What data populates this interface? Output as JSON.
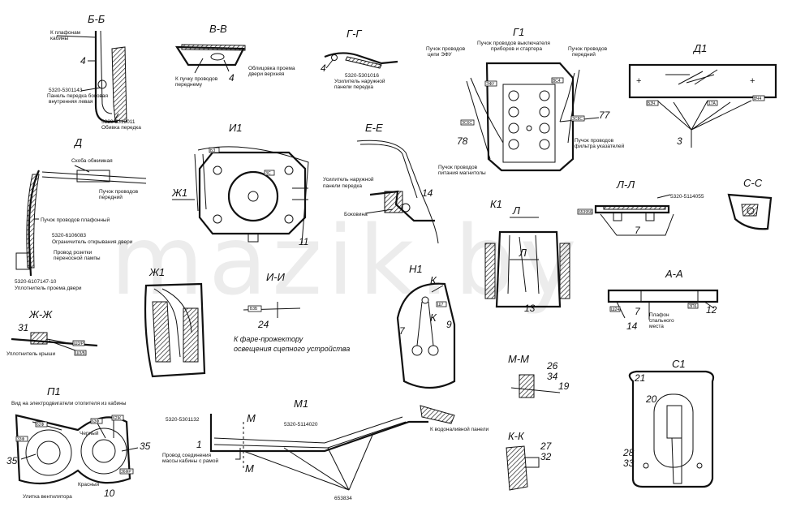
{
  "watermark": "mazik.by",
  "sections": {
    "bb": "Б-Б",
    "vv": "В-В",
    "gg": "Г-Г",
    "g1": "Г1",
    "d1": "Д1",
    "d": "Д",
    "i1": "И1",
    "ee": "Е-Е",
    "zh1_main": "Ж1",
    "k1": "К1",
    "ll": "Л-Л",
    "ss": "С-С",
    "zh1": "Ж1",
    "ii": "И-И",
    "n1": "Н1",
    "aa": "А-А",
    "zhzh": "Ж-Ж",
    "l_mark1": "Л",
    "l_mark2": "Л",
    "k_mark1": "К",
    "k_mark2": "К",
    "p1": "П1",
    "m1": "М1",
    "mm": "М-М",
    "c1": "С1",
    "kk": "К-К",
    "m_mark1": "М",
    "m_mark2": "М"
  },
  "numbers": {
    "bb_4": "4",
    "vv_4": "4",
    "gg_4": "4",
    "g1_77": "77",
    "g1_78": "78",
    "d1_3": "3",
    "ee_14": "14",
    "i1_11": "11",
    "k1_13": "13",
    "ll_7": "7",
    "ii_24": "24",
    "n1_7": "7",
    "n1_9": "9",
    "aa_7": "7",
    "aa_12": "12",
    "aa_14": "14",
    "zhzh_31": "31",
    "p1_35a": "35",
    "p1_35b": "35",
    "p1_10": "10",
    "m1_1": "1",
    "mm_26": "26",
    "mm_34": "34",
    "mm_19": "19",
    "kk_27": "27",
    "kk_32": "32",
    "c1_21": "21",
    "c1_20": "20",
    "c1_28": "28",
    "c1_33": "33"
  },
  "captions": {
    "bb_1": "К плафонам",
    "bb_2": "кабины",
    "bb_3": "5320-5301143",
    "bb_4": "Панель передка боковая",
    "bb_5": "внутренняя левая",
    "bb_6": "5320-5312011",
    "bb_7": "Обивка передка",
    "vv_1": "К пучку проводов",
    "vv_2": "переднему",
    "vv_3": "Облицовка проема",
    "vv_4": "двери верхняя",
    "gg_1": "5320-5301016",
    "gg_2": "Усилитель наружной",
    "gg_3": "панели передка",
    "g1_1": "Пучок проводов выключателя",
    "g1_2": "приборов и стартера",
    "g1_3": "Пучок проводов",
    "g1_4": "цепи ЭФУ",
    "g1_5": "Пучок проводов",
    "g1_6": "передний",
    "g1_7": "Пучок проводов",
    "g1_8": "фильтра указателей",
    "g1_9": "Пучок проводов",
    "g1_10": "питания магнитолы",
    "d_1": "Скоба обжимная",
    "d_2": "Пучок проводов",
    "d_3": "передний",
    "d_4": "Пучок проводов плафонный",
    "d_5": "5320-6106083",
    "d_6": "Ограничитель открывания двери",
    "d_7": "Провод розетки",
    "d_8": "переносной лампы",
    "d_9": "5320-6107147-10",
    "d_10": "Уплотнитель проема двери",
    "ee_1": "Усилитель наружной",
    "ee_2": "панели передка",
    "ee_3": "Боковина",
    "ll_1": "5320-5114055",
    "ii_1": "К фаре-прожектору",
    "ii_2": "освещения сцепного устройства",
    "aa_1": "Плафон",
    "aa_2": "спального",
    "aa_3": "места",
    "zhzh_1": "Уплотнитель крыши",
    "p1_1": "Вид на электродвигатели отопителя из кабины",
    "p1_2": "Черный",
    "p1_3": "Красный",
    "p1_4": "Улитка вентилятора",
    "m1_1": "5320-5301132",
    "m1_2": "5320-5114020",
    "m1_3": "Провод соединения",
    "m1_4": "массы кабины с рамой",
    "m1_5": "К водоналивной панели",
    "m1_6": "653834"
  },
  "wire_labels": {
    "zhzh_a": "Ш3/Р",
    "zhzh_b": "Ш3/Б",
    "ii_a": "Б3Б",
    "g1_a": "ВС4",
    "g1_b": "ЭФУ",
    "g1_c": "ЗС8С",
    "g1_d": "ЗС6С",
    "d1_a": "БЗЧ",
    "d1_b": "17А",
    "d1_c": "ВЧ4",
    "ll_a": "653956",
    "aa_a": "Ш24",
    "aa_b": "ЗП6",
    "p1_a": "62Ф",
    "p1_b": "63Ф",
    "p1_c": "62Ж",
    "p1_d": "33Ф",
    "p1_e": "36ФР",
    "n1_a": "Ш7",
    "i1_a": "БЗ",
    "i1_b": "ЗС"
  },
  "d1_symbols": {
    "plus1": "+",
    "plus2": "+"
  }
}
